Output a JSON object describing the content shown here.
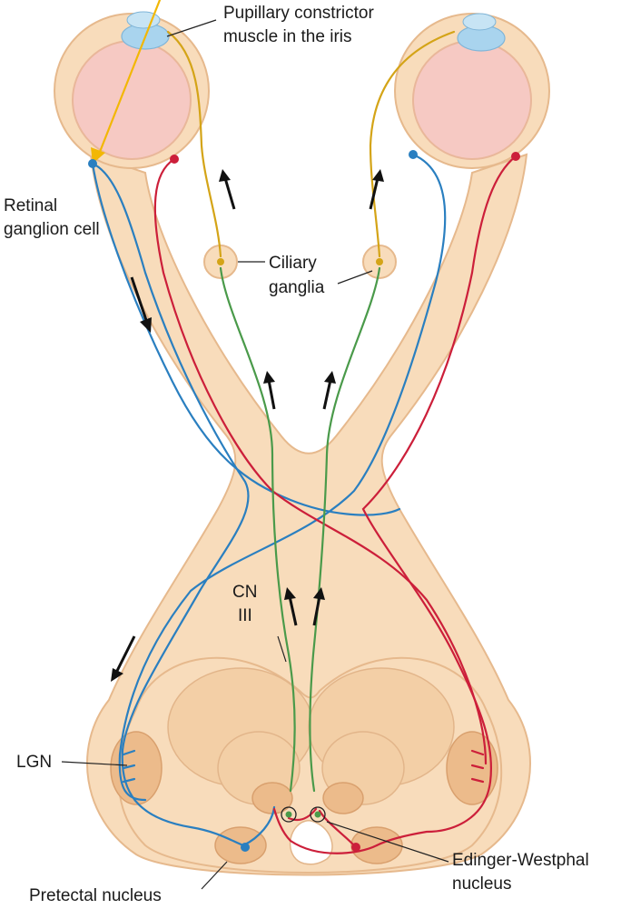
{
  "labels": {
    "pupillary": [
      "Pupillary constrictor",
      "muscle in the iris"
    ],
    "retinal": [
      "Retinal",
      "ganglion cell"
    ],
    "ciliary": [
      "Ciliary",
      "ganglia"
    ],
    "cn": [
      "CN",
      "III"
    ],
    "lgn": "LGN",
    "edinger": [
      "Edinger-Westphal",
      "nucleus"
    ],
    "pretectal": "Pretectal nucleus"
  },
  "colors": {
    "light_ray": "#f2b705",
    "retinal_left": "#2a7fc0",
    "retinal_right": "#cc1f3a",
    "preganglionic": "#4a9a4a",
    "postganglionic": "#d4a417",
    "tissue": "#f8dcbb",
    "nucleus": "#ecbb8b",
    "eye_globe": "#f6c9c3",
    "lens": "#a9d4ee"
  }
}
